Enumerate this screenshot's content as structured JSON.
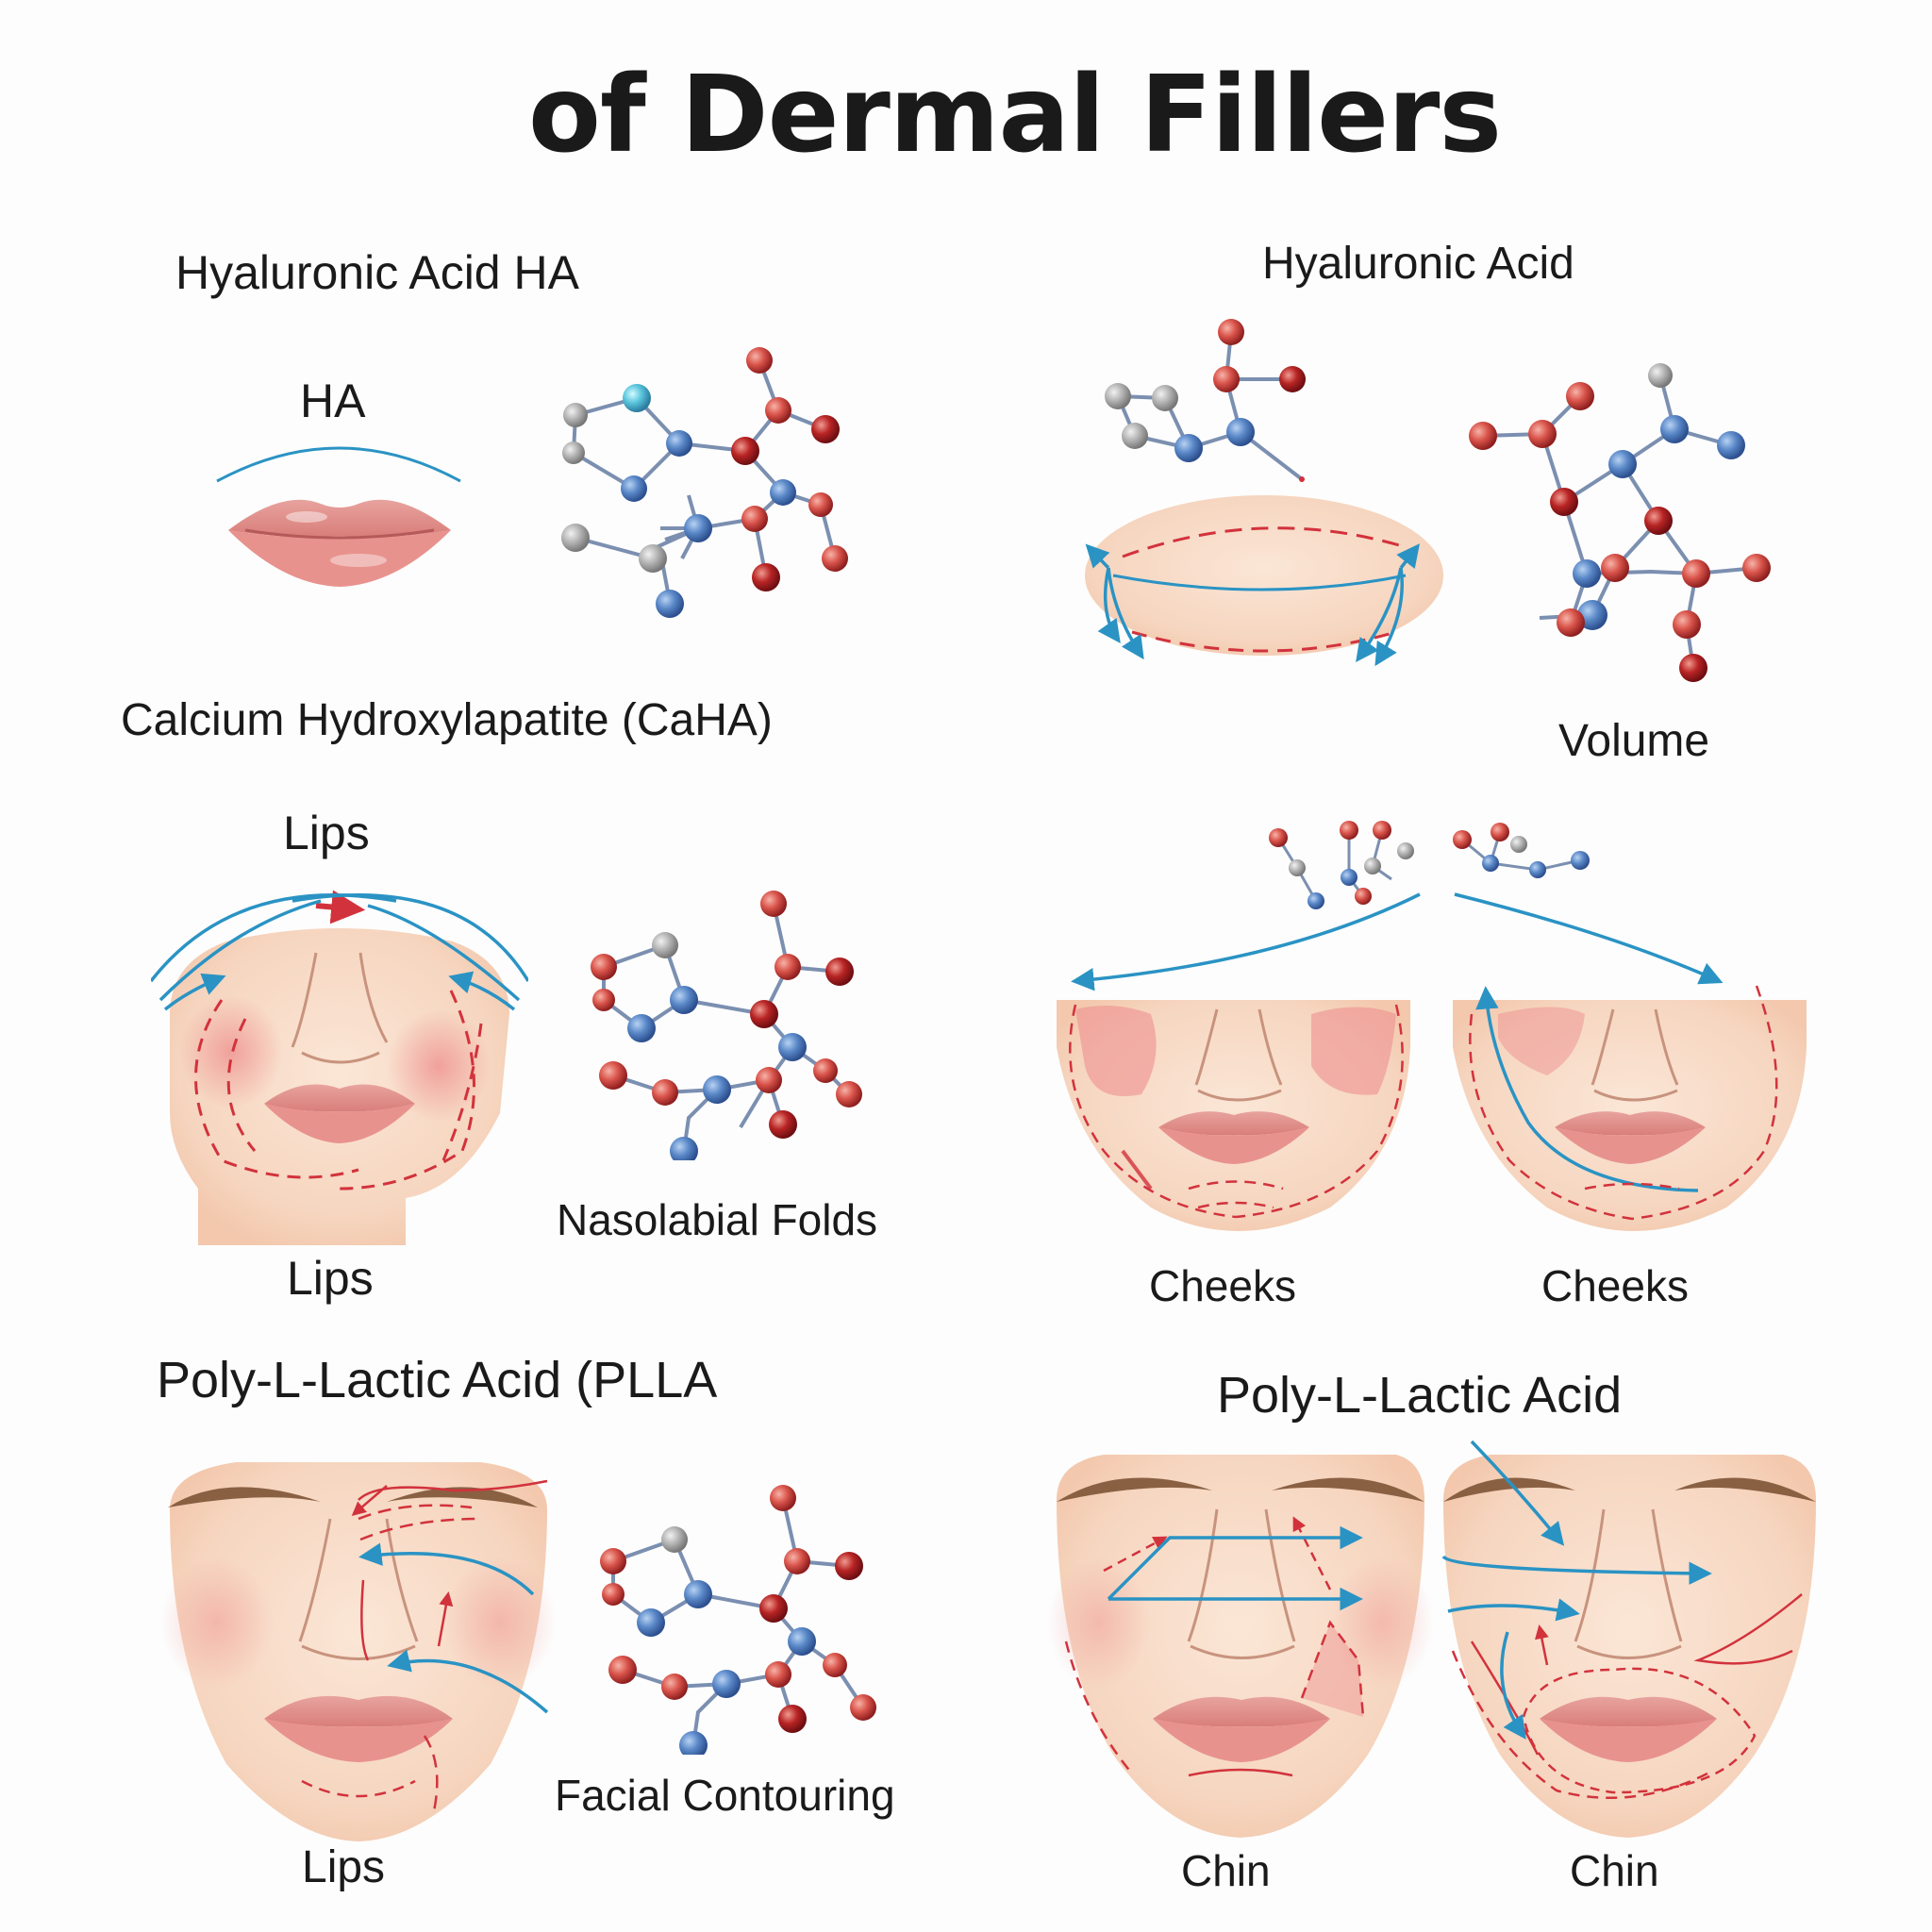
{
  "title": "of Dermal Fillers",
  "sections": {
    "top_left": {
      "heading": "Hyaluronic Acid  HA",
      "sublabel": "HA",
      "caption": "Calcium Hydroxylapatite  (CaHA)"
    },
    "top_right": {
      "heading": "Hyaluronic Acid",
      "caption": "Volume"
    },
    "middle_left": {
      "top_label": "Lips",
      "bottom_label": "Lips",
      "caption": "Nasolabial Folds"
    },
    "middle_right": {
      "left_caption": "Cheeks",
      "right_caption": "Cheeks"
    },
    "bottom_left": {
      "heading": "Poly-L-Lactic Acid  (PLLA",
      "caption": "Facial Contouring",
      "bottom_label": "Lips"
    },
    "bottom_right": {
      "heading": "Poly-L-Lactic Acid",
      "left_caption": "Chin",
      "right_caption": "Chin"
    }
  },
  "colors": {
    "blue_arrow": "#2a93c4",
    "red_dash": "#d2323c",
    "skin": "#f8dcc8",
    "lip": "#e59a95",
    "atom_blue": "#4f7fc0",
    "atom_red": "#d6524a",
    "atom_gray": "#a7a7a7"
  }
}
